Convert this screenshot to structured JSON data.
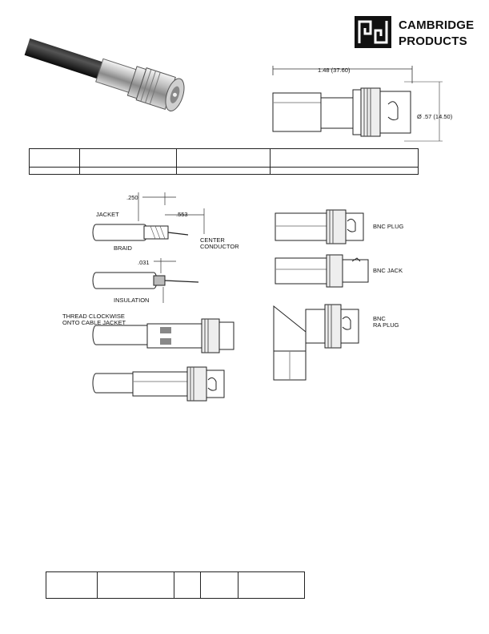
{
  "brand": {
    "line1": "CAMBRIDGE",
    "line2": "PRODUCTS"
  },
  "dimension_drawing": {
    "length_label": "1.48 (37.60)",
    "diameter_label": "Ø .57 (14.50)"
  },
  "top_table": {
    "rows": [
      [
        "",
        "",
        "",
        ""
      ],
      [
        "",
        "",
        "",
        ""
      ]
    ]
  },
  "assembly": {
    "dim_250": ".250",
    "dim_553": ".553",
    "dim_031": ".031",
    "jacket": "JACKET",
    "braid": "BRAID",
    "center_conductor_1": "CENTER",
    "center_conductor_2": "CONDUCTOR",
    "insulation": "INSULATION",
    "thread_1": "THREAD CLOCKWISE",
    "thread_2": "ONTO CABLE JACKET"
  },
  "variants": {
    "plug": "BNC PLUG",
    "jack": "BNC JACK",
    "ra_1": "BNC",
    "ra_2": "RA PLUG"
  },
  "bottom_table": {
    "rows": [
      [
        "",
        "",
        "",
        "",
        ""
      ]
    ]
  }
}
